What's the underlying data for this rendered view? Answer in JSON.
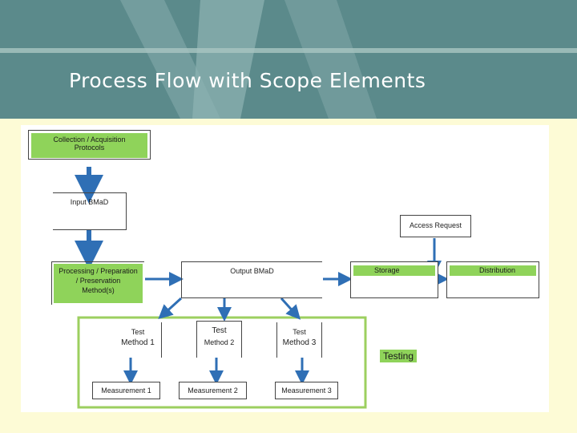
{
  "slide": {
    "title": "Process Flow with Scope Elements"
  },
  "diagram": {
    "collection": {
      "line1": "Collection / Acquisition",
      "line2": "Protocols"
    },
    "input": "Input BMaD",
    "processing": {
      "line1": "Processing / Preparation",
      "line2": "/ Preservation",
      "line3": "Method(s)"
    },
    "output": "Output BMaD",
    "storage": "Storage",
    "access_request": "Access Request",
    "distribution": "Distribution",
    "test_methods": [
      {
        "line1": "Test",
        "line2": "Method 1"
      },
      {
        "line1": "Test",
        "line2": "Method 2"
      },
      {
        "line1": "Test",
        "line2": "Method 3"
      }
    ],
    "measurements": [
      "Measurement 1",
      "Measurement 2",
      "Measurement 3"
    ],
    "testing_label": "Testing"
  },
  "colors": {
    "accent_green": "#8fd35a",
    "arrow_blue": "#2f6fb5",
    "testing_frame": "#9ccf5f",
    "banner_teal": "#5b8a8b"
  }
}
